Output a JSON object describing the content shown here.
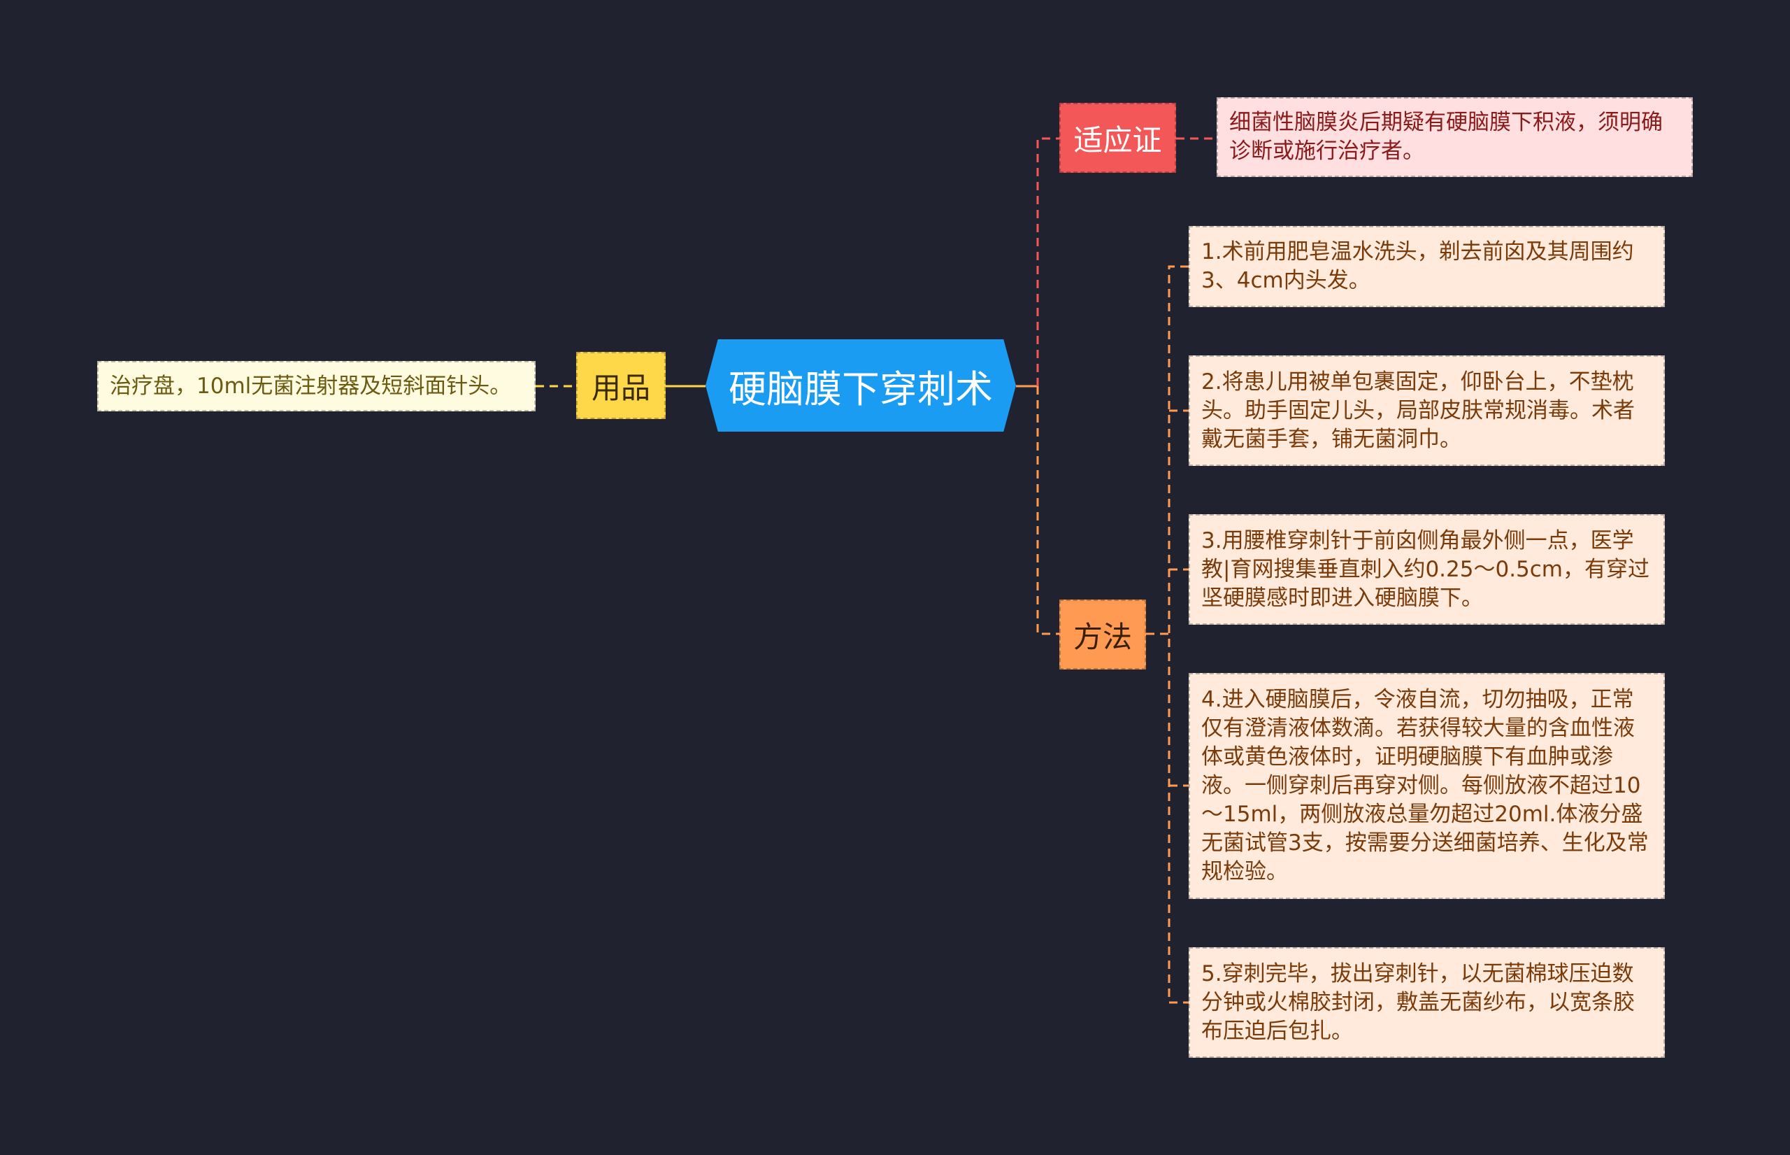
{
  "root": {
    "label": "硬脑膜下穿刺术",
    "color": "#1a9cf2"
  },
  "supplies": {
    "label": "用品",
    "color": "#ffd84a",
    "items": [
      "治疗盘，10ml无菌注射器及短斜面针头。"
    ]
  },
  "indication": {
    "label": "适应证",
    "color": "#f35757",
    "items": [
      "细菌性脑膜炎后期疑有硬脑膜下积液，须明确诊断或施行治疗者。"
    ]
  },
  "method": {
    "label": "方法",
    "color": "#ff9a52",
    "items": [
      "1.术前用肥皂温水洗头，剃去前囟及其周围约3、4cm内头发。",
      "2.将患儿用被单包裹固定，仰卧台上，不垫枕头。助手固定儿头，局部皮肤常规消毒。术者戴无菌手套，铺无菌洞巾。",
      "3.用腰椎穿刺针于前囟侧角最外侧一点，医学教|育网搜集垂直刺入约0.25～0.5cm，有穿过坚硬膜感时即进入硬脑膜下。",
      "4.进入硬脑膜后，令液自流，切勿抽吸，正常仅有澄清液体数滴。若获得较大量的含血性液体或黄色液体时，证明硬脑膜下有血肿或渗液。一侧穿刺后再穿对侧。每侧放液不超过10～15ml，两侧放液总量勿超过20ml.体液分盛无菌试管3支，按需要分送细菌培养、生化及常规检验。",
      "5.穿刺完毕，拔出穿刺针，以无菌棉球压迫数分钟或火棉胶封闭，敷盖无菌纱布，以宽条胶布压迫后包扎。"
    ]
  }
}
